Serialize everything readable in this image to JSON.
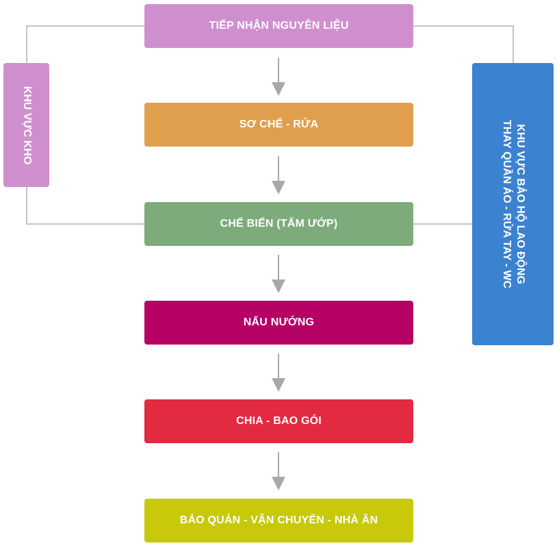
{
  "steps": [
    {
      "label": "TIẾP NHẬN NGUYÊN LIỆU",
      "color": "#cf8fcf"
    },
    {
      "label": "SƠ CHẾ - RỬA",
      "color": "#e09f4d"
    },
    {
      "label": "CHẾ BIẾN (TẨM ƯỚP)",
      "color": "#7eab7c"
    },
    {
      "label": "NẤU NƯỚNG",
      "color": "#b70265"
    },
    {
      "label": "CHIA - BAO GÓI",
      "color": "#e22a40"
    },
    {
      "label": "BẢO QUẢN - VẬN CHUYỂN - NHÀ ĂN",
      "color": "#c7c90a"
    }
  ],
  "side_left": {
    "label": "KHU VỰC KHO",
    "color": "#cf8fcf"
  },
  "side_right": {
    "line1": "KHU VỰC BẢO HỘ LAO ĐỘNG",
    "line2": "THAY QUẦN ÁO - RỬA TAY - WC",
    "color": "#3b82d1"
  },
  "connector_color": "#c4c4c4",
  "arrow_color": "#a8a8a8"
}
